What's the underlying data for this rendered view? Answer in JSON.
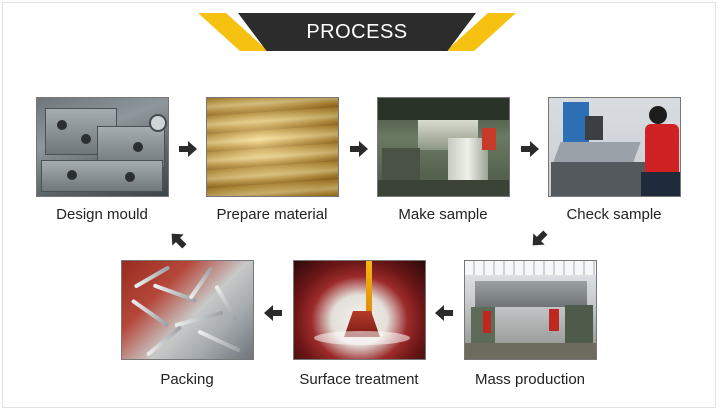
{
  "header": {
    "title": "PROCESS"
  },
  "steps": [
    {
      "label": "Design mould"
    },
    {
      "label": "Prepare material"
    },
    {
      "label": "Make sample"
    },
    {
      "label": "Check sample"
    },
    {
      "label": "Mass production"
    },
    {
      "label": "Surface treatment"
    },
    {
      "label": "Packing"
    }
  ],
  "colors": {
    "banner_dark": "#2c2c2c",
    "banner_accent": "#f6c211",
    "arrow": "#2b2b2b",
    "text": "#222222"
  }
}
